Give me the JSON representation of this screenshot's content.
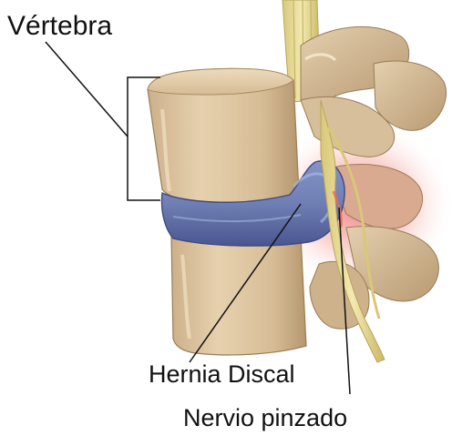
{
  "labels": {
    "vertebra": "Vértebra",
    "hernia": "Hernia Discal",
    "nervio": "Nervio pinzado"
  },
  "colors": {
    "bone": "#dcc5a0",
    "bone_shadow": "#a88b64",
    "disc": "#6f7fb4",
    "disc_dark": "#3f4a80",
    "nerve": "#e9dc92",
    "inflammation": "#e8555a",
    "leader_line": "#111111"
  }
}
